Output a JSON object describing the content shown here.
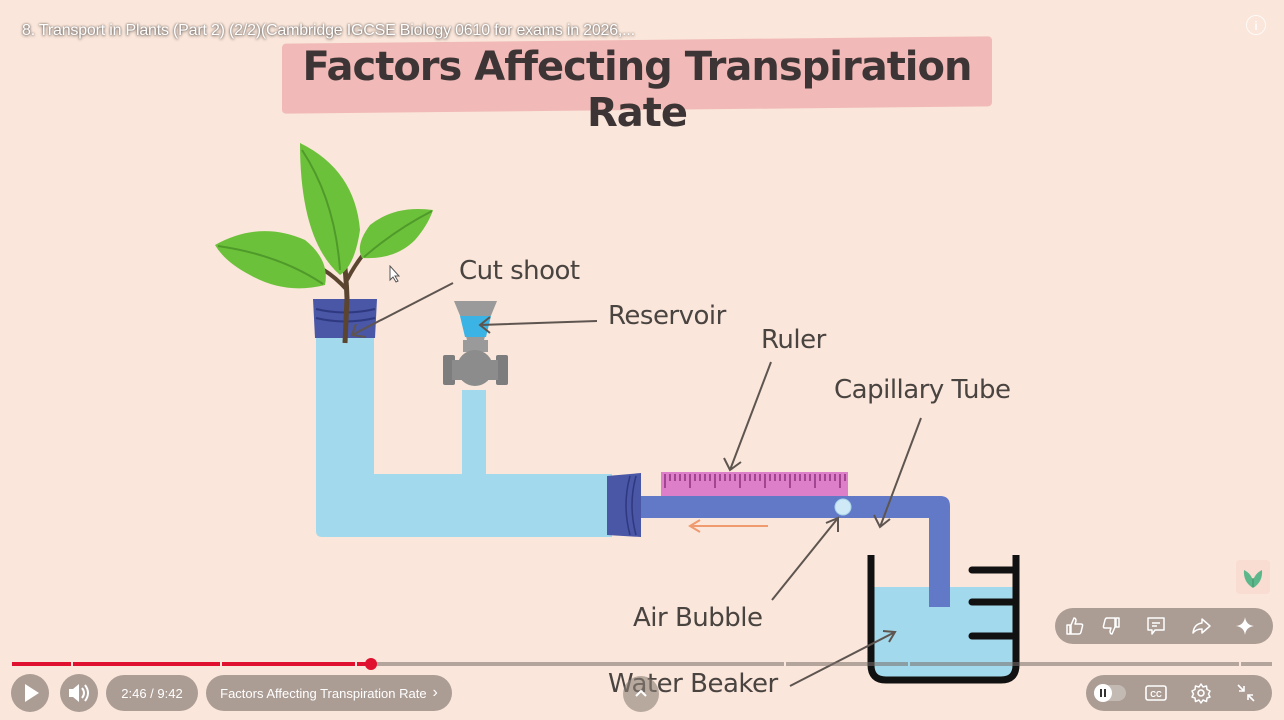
{
  "player": {
    "video_title": "8. Transport in Plants (Part 2) (2/2)(Cambridge IGCSE Biology 0610 for exams in 2026,...",
    "info_icon": "info-icon",
    "current_time": "2:46",
    "duration": "9:42",
    "time_display": "2:46 / 9:42",
    "progress_fraction": 0.285,
    "chapter_markers_fraction": [
      0.047,
      0.165,
      0.272,
      0.613,
      0.711,
      0.974
    ],
    "chapter_title": "Factors Affecting Transpiration Rate",
    "chapter_chevron": "›",
    "accent_color": "#e0102f",
    "controls_left": [
      {
        "name": "play-button",
        "icon": "play-icon"
      },
      {
        "name": "volume-button",
        "icon": "volume-icon"
      }
    ],
    "actions": [
      {
        "name": "like-button",
        "icon": "thumbs-up-icon"
      },
      {
        "name": "dislike-button",
        "icon": "thumbs-down-icon"
      },
      {
        "name": "comments-button",
        "icon": "comment-icon"
      },
      {
        "name": "share-button",
        "icon": "share-icon"
      },
      {
        "name": "ask-button",
        "icon": "sparkle-icon"
      }
    ],
    "controls_right": [
      {
        "name": "autoplay-toggle",
        "icon": "pause-icon",
        "state": "on"
      },
      {
        "name": "captions-button",
        "icon": "cc-icon",
        "label": "CC"
      },
      {
        "name": "settings-button",
        "icon": "gear-icon"
      },
      {
        "name": "exit-fullscreen-button",
        "icon": "collapse-icon"
      }
    ],
    "expand_icon": "chevron-up-icon",
    "channel_watermark": "leaf-icon"
  },
  "slide": {
    "heading": "Factors Affecting Transpiration Rate",
    "heading_bg_color": "#f1b9b7",
    "labels": {
      "cut_shoot": "Cut shoot",
      "reservoir": "Reservoir",
      "ruler": "Ruler",
      "capillary_tube": "Capillary Tube",
      "air_bubble": "Air Bubble",
      "water_beaker": "Water Beaker"
    },
    "colors": {
      "water": "#a3d9ec",
      "tube": "#5d74c4",
      "stopper": "#3f4c9b",
      "ruler": "#d97ac8",
      "leaf": "#68c23a",
      "stem": "#5b4530",
      "beaker": "#111111",
      "tap": "#8d8d8d"
    }
  }
}
